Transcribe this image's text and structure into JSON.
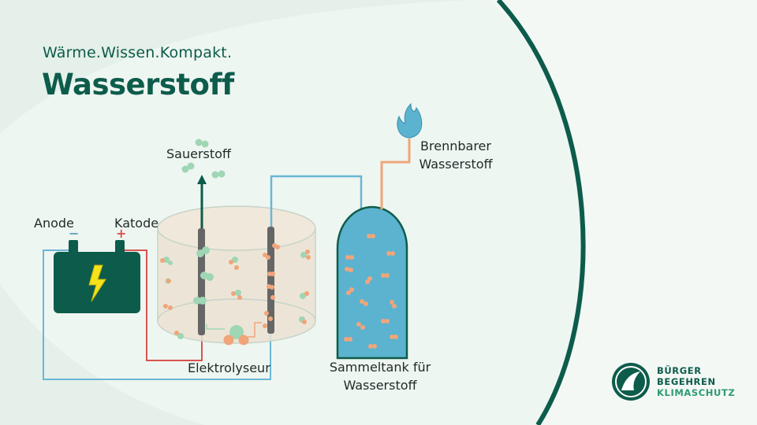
{
  "header": {
    "subtitle": "Wärme.Wissen.Kompakt.",
    "title": "Wasserstoff"
  },
  "labels": {
    "anode": "Anode",
    "anode_sign": "−",
    "cathode": "Katode",
    "cathode_sign": "+",
    "oxygen": "Sauerstoff",
    "electrolyser": "Elektrolyseur",
    "tank_line1": "Sammeltank für",
    "tank_line2": "Wasserstoff",
    "flammable_line1": "Brennbarer",
    "flammable_line2": "Wasserstoff"
  },
  "logo": {
    "line1": "BÜRGER",
    "line2": "BEGEHREN",
    "line3": "KLIMASCHUTZ"
  },
  "colors": {
    "brand_dark": "#0d5c4b",
    "accent_green": "#2d9a72",
    "wire_red": "#d9534f",
    "wire_blue": "#6bb6d6",
    "pipe_orange": "#f0a57a",
    "tank_blue": "#5bb3cf",
    "oxygen_green": "#9fd6b4",
    "hydrogen_orange": "#f0a57a",
    "battery_green": "#0d5c4b",
    "bolt_yellow": "#f5e219"
  },
  "icons": [
    "battery-icon",
    "lightning-bolt-icon",
    "flame-icon",
    "logo-emblem-icon"
  ]
}
